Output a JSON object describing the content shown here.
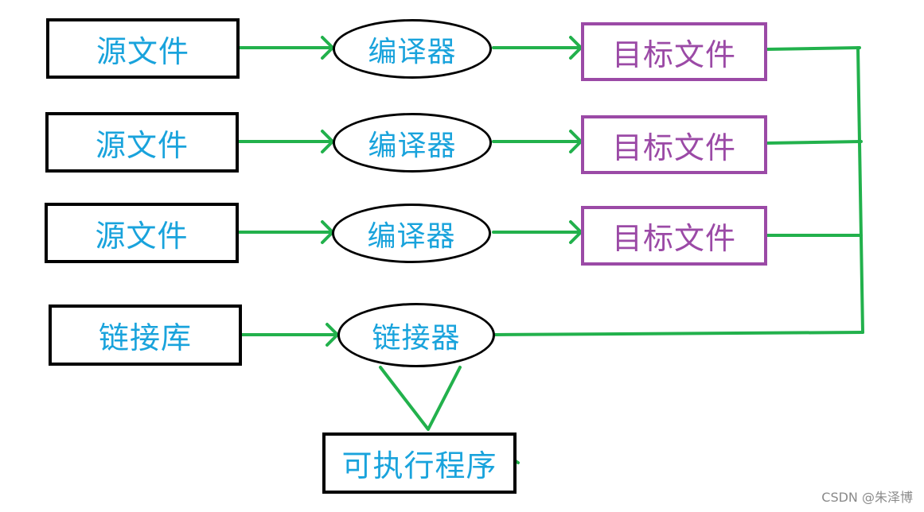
{
  "colors": {
    "line": "#22b14c",
    "box_border": "#000000",
    "target_border": "#9b4aa6",
    "label_blue": "#19a3dc",
    "label_purple": "#9b4aa6"
  },
  "rows": [
    {
      "source": "源文件",
      "compiler": "编译器",
      "object": "目标文件"
    },
    {
      "source": "源文件",
      "compiler": "编译器",
      "object": "目标文件"
    },
    {
      "source": "源文件",
      "compiler": "编译器",
      "object": "目标文件"
    }
  ],
  "library": "链接库",
  "linker": "链接器",
  "executable": "可执行程序",
  "watermark": "CSDN @朱泽博"
}
